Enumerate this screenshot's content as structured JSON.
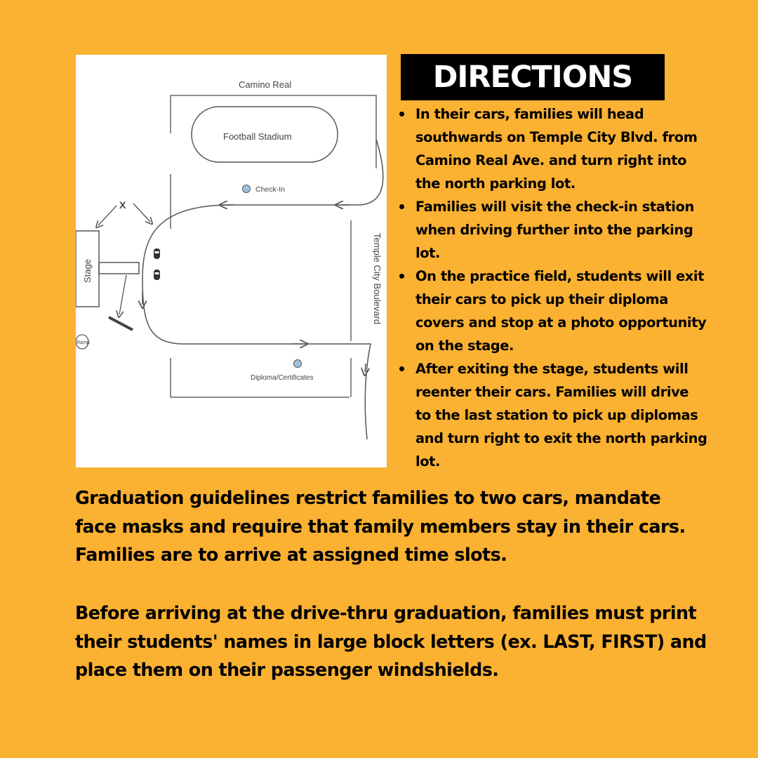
{
  "map": {
    "road_top": "Camino Real",
    "stadium": "Football Stadium",
    "checkin": "Check-In",
    "stage": "Stage",
    "x_mark": "X",
    "ramp": "Ramp",
    "boulevard": "Temple City Boulevard",
    "diploma": "Diploma/Certificates"
  },
  "directions": {
    "heading": "DIRECTIONS",
    "items": [
      "In their cars, families will head southwards on Temple City Blvd. from Camino Real Ave. and turn right into the north parking lot.",
      "Families will visit the check-in station when driving further into the parking lot.",
      "On the practice field, students will exit their cars to pick up their diploma covers and stop at a photo opportunity on the stage.",
      "After exiting the stage, students will reenter their cars. Families will drive to the last station to pick up diplomas and turn right to exit the north parking lot."
    ]
  },
  "paragraphs": [
    "Graduation guidelines restrict families to two cars, mandate face masks and require that family members stay in their cars. Families are to arrive at assigned time slots.",
    "Before arriving at the drive-thru graduation, families must print their students' names in large block letters (ex. LAST, FIRST) and place them on their passenger windshields."
  ],
  "colors": {
    "background": "#FBB131",
    "heading_bg": "#000000",
    "heading_text": "#FFFFFF",
    "marker": "#9FC3E0"
  }
}
